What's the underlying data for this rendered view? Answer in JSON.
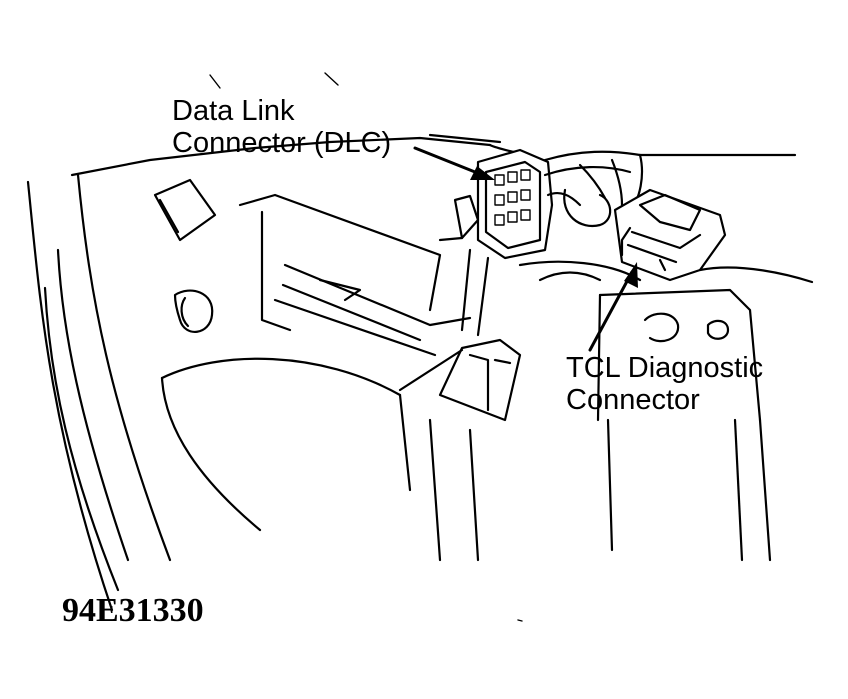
{
  "labels": {
    "dlc_line1": "Data Link",
    "dlc_line2": "Connector (DLC)",
    "tcl_line1": "TCL Diagnostic",
    "tcl_line2": "Connector"
  },
  "figure_id": "94E31330",
  "colors": {
    "ink": "#000000",
    "paper": "#ffffff"
  }
}
